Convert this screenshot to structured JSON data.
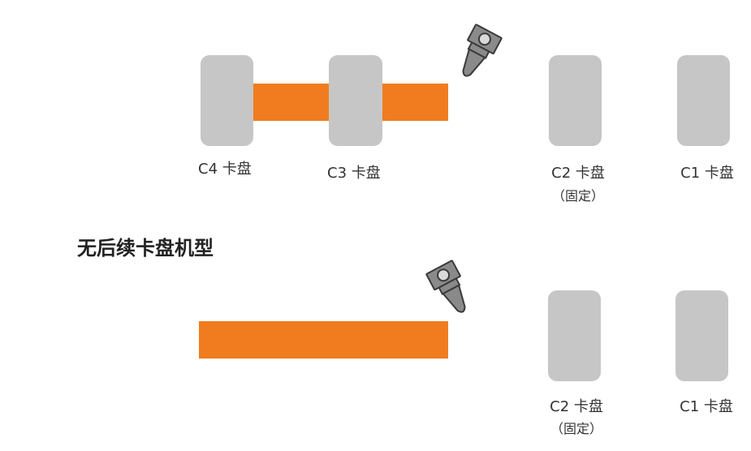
{
  "top_diagram": {
    "chucks": [
      {
        "label": "C4 卡盘",
        "sub": ""
      },
      {
        "label": "C3 卡盘",
        "sub": ""
      },
      {
        "label": "C2 卡盘",
        "sub": "（固定）"
      },
      {
        "label": "C1 卡盘",
        "sub": ""
      }
    ]
  },
  "heading": "无后续卡盘机型",
  "bottom_diagram": {
    "chucks": [
      {
        "label": "C2 卡盘",
        "sub": "（固定）"
      },
      {
        "label": "C1 卡盘",
        "sub": ""
      }
    ]
  },
  "colors": {
    "chuck": "#c6c6c6",
    "workpiece": "#f07c1f",
    "tool_body": "#8a8a8a",
    "tool_outline": "#3a3a3a"
  },
  "icons": {
    "tool": "cutting-tool-icon"
  }
}
